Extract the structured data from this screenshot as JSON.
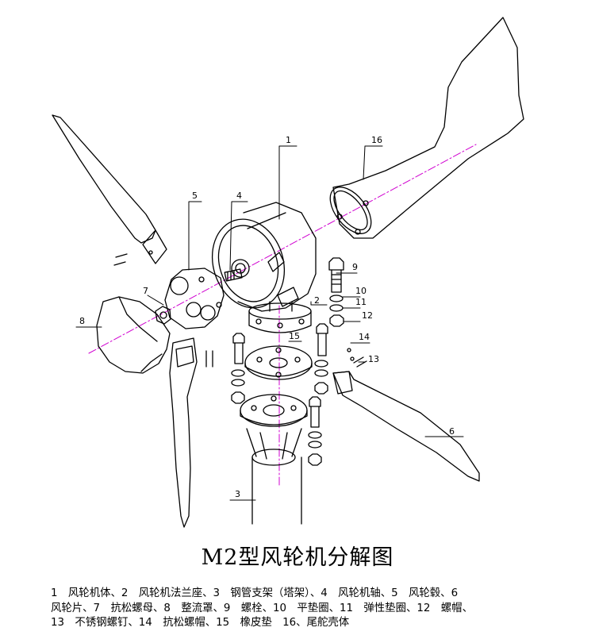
{
  "diagram": {
    "title": "M2型风轮机分解图",
    "legend_lines": [
      "1　风轮机体、2　风轮机法兰座、3　钢管支架（塔架）、4　风轮机轴、5　风轮毂、6",
      "风轮片、7　抗松螺母、8　整流罩、9　螺栓、10　平垫圈、11　弹性垫圈、12　螺帽、",
      "13　不锈钢螺钉、14　抗松螺帽、15　橡皮垫　16、尾舵壳体"
    ],
    "callouts": [
      "1",
      "2",
      "3",
      "4",
      "5",
      "6",
      "7",
      "8",
      "9",
      "10",
      "11",
      "12",
      "13",
      "14",
      "15",
      "16"
    ]
  }
}
